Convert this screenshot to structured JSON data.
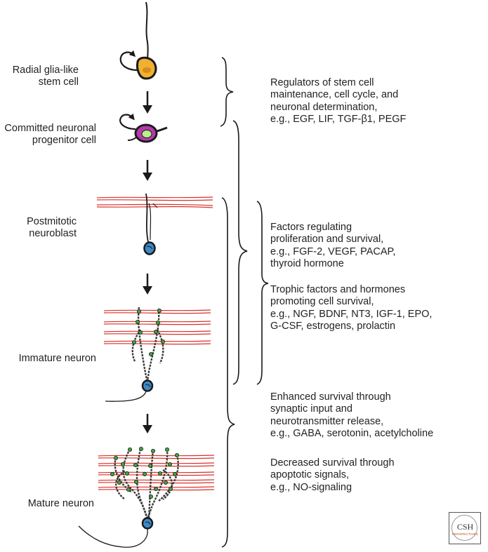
{
  "stages": [
    {
      "label_lines": [
        "Radial glia-like",
        "stem cell"
      ]
    },
    {
      "label_lines": [
        "Committed neuronal",
        "progenitor cell"
      ]
    },
    {
      "label_lines": [
        "Postmitotic",
        "neuroblast"
      ]
    },
    {
      "label_lines": [
        "Immature neuron"
      ]
    },
    {
      "label_lines": [
        "Mature neuron"
      ]
    }
  ],
  "groups": [
    {
      "lines": [
        "Regulators of stem cell",
        "maintenance, cell cycle, and",
        "neuronal determination,",
        "e.g., EGF, LIF, TGF-β1, PEGF"
      ]
    },
    {
      "lines": [
        "Factors regulating",
        "proliferation and survival,",
        "e.g., FGF-2, VEGF, PACAP,",
        "thyroid hormone"
      ]
    },
    {
      "lines": [
        "Trophic factors and hormones",
        "promoting cell survival,",
        "e.g., NGF, BDNF, NT3, IGF-1, EPO,",
        "G-CSF, estrogens, prolactin"
      ]
    },
    {
      "lines": [
        "Enhanced survival through",
        "synaptic input and",
        "neurotransmitter release,",
        "e.g., GABA, serotonin, acetylcholine"
      ]
    },
    {
      "lines": [
        "Decreased survival through",
        "apoptotic signals,",
        "e.g., NO-signaling"
      ]
    }
  ],
  "logo": {
    "main": "CSH",
    "sub": "PERSPECTIVES"
  },
  "colors": {
    "stem_cell": "#f0b030",
    "progenitor_ring": "#b43aa8",
    "progenitor_nucleus": "#b8f08a",
    "neuron_body": "#3a8ac8",
    "fibers": "#d8322a",
    "synapse": "#3aa83a",
    "ink": "#1a1a1a"
  }
}
